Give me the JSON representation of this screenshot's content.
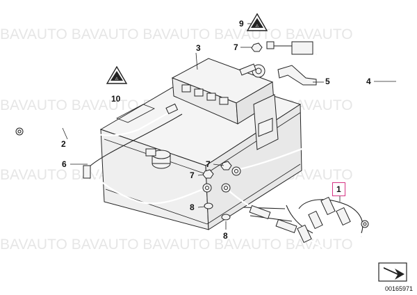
{
  "watermark": {
    "text": "BAVAUTO BAVAUTO BAVAUTO BAVAUTO BAVAUTO"
  },
  "callouts": [
    {
      "id": "1",
      "label": "1",
      "highlighted": true
    },
    {
      "id": "2",
      "label": "2"
    },
    {
      "id": "3",
      "label": "3"
    },
    {
      "id": "4",
      "label": "4"
    },
    {
      "id": "5",
      "label": "5"
    },
    {
      "id": "6",
      "label": "6"
    },
    {
      "id": "7a",
      "label": "7"
    },
    {
      "id": "7b",
      "label": "7"
    },
    {
      "id": "7c",
      "label": "7"
    },
    {
      "id": "7d",
      "label": "7"
    },
    {
      "id": "8a",
      "label": "8"
    },
    {
      "id": "8b",
      "label": "8"
    },
    {
      "id": "9",
      "label": "9"
    },
    {
      "id": "10",
      "label": "10"
    }
  ],
  "highlight_color": "#d63384",
  "warning_icon": "battery-warning-triangle-icon",
  "nav_icon": "next-diagram-arrow-icon",
  "diagram_number": "00165971"
}
